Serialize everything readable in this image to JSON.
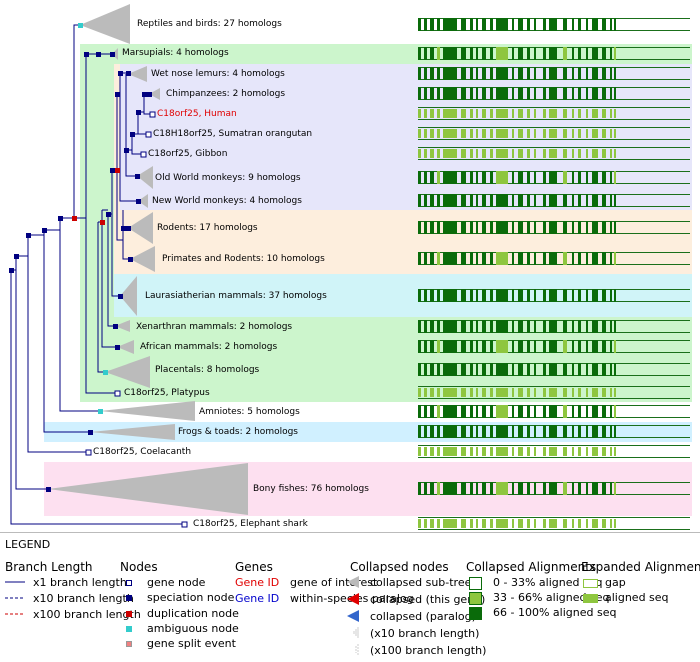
{
  "tree_nodes": [
    {
      "label": "Reptiles and birds: 27 homologs",
      "type": "collapsed"
    },
    {
      "label": "Marsupials: 4 homologs",
      "type": "collapsed"
    },
    {
      "label": "Wet nose lemurs: 4 homologs",
      "type": "collapsed"
    },
    {
      "label": "Chimpanzees: 2 homologs",
      "type": "collapsed"
    },
    {
      "label": "C18orf25, Human",
      "type": "gene-of-interest"
    },
    {
      "label": "C18H18orf25, Sumatran orangutan",
      "type": "gene"
    },
    {
      "label": "C18orf25, Gibbon",
      "type": "gene"
    },
    {
      "label": "Old World monkeys: 9 homologs",
      "type": "collapsed"
    },
    {
      "label": "New World monkeys: 4 homologs",
      "type": "collapsed"
    },
    {
      "label": "Rodents: 17 homologs",
      "type": "collapsed"
    },
    {
      "label": "Primates and Rodents: 10 homologs",
      "type": "collapsed"
    },
    {
      "label": "Laurasiatherian mammals: 37 homologs",
      "type": "collapsed"
    },
    {
      "label": "Xenarthran mammals: 2 homologs",
      "type": "collapsed"
    },
    {
      "label": "African mammals: 2 homologs",
      "type": "collapsed"
    },
    {
      "label": "Placentals: 8 homologs",
      "type": "collapsed"
    },
    {
      "label": "C18orf25, Platypus",
      "type": "gene"
    },
    {
      "label": "Amniotes: 5 homologs",
      "type": "collapsed"
    },
    {
      "label": "Frogs & toads: 2 homologs",
      "type": "collapsed"
    },
    {
      "label": "C18orf25, Coelacanth",
      "type": "gene"
    },
    {
      "label": "Bony fishes: 76 homologs",
      "type": "collapsed"
    },
    {
      "label": "C18orf25, Elephant shark",
      "type": "gene"
    }
  ],
  "legend": {
    "title": "LEGEND",
    "branch_length": {
      "heading": "Branch Length",
      "items": [
        "x1 branch length",
        "x10 branch length",
        "x100 branch length"
      ]
    },
    "nodes": {
      "heading": "Nodes",
      "items": [
        "gene node",
        "speciation node",
        "duplication node",
        "ambiguous node",
        "gene split event"
      ]
    },
    "genes": {
      "heading": "Genes",
      "items": [
        {
          "id": "Gene ID",
          "desc": "gene of interest"
        },
        {
          "id": "Gene ID",
          "desc": "within-species paralog"
        }
      ]
    },
    "collapsed_nodes": {
      "heading": "Collapsed nodes",
      "items": [
        "collapsed sub-tree",
        "collapsed (this gene)",
        "collapsed (paralog)",
        "(x10 branch length)",
        "(x100 branch length)"
      ]
    },
    "collapsed_alignments": {
      "heading": "Collapsed Alignments",
      "items": [
        "0 - 33% aligned seq",
        "33 - 66% aligned seq",
        "66 - 100% aligned seq"
      ]
    },
    "expanded_alignments": {
      "heading": "Expanded Alignments",
      "items": [
        "gap",
        "aligned seq"
      ]
    }
  },
  "colors": {
    "speciation": "#000080",
    "duplication": "#cc0000",
    "ambiguous": "#33cccc",
    "align_dark": "#0a6b0a",
    "align_light": "#8ec63f",
    "gene_of_interest": "#e00000",
    "paralog": "#0000cc"
  }
}
